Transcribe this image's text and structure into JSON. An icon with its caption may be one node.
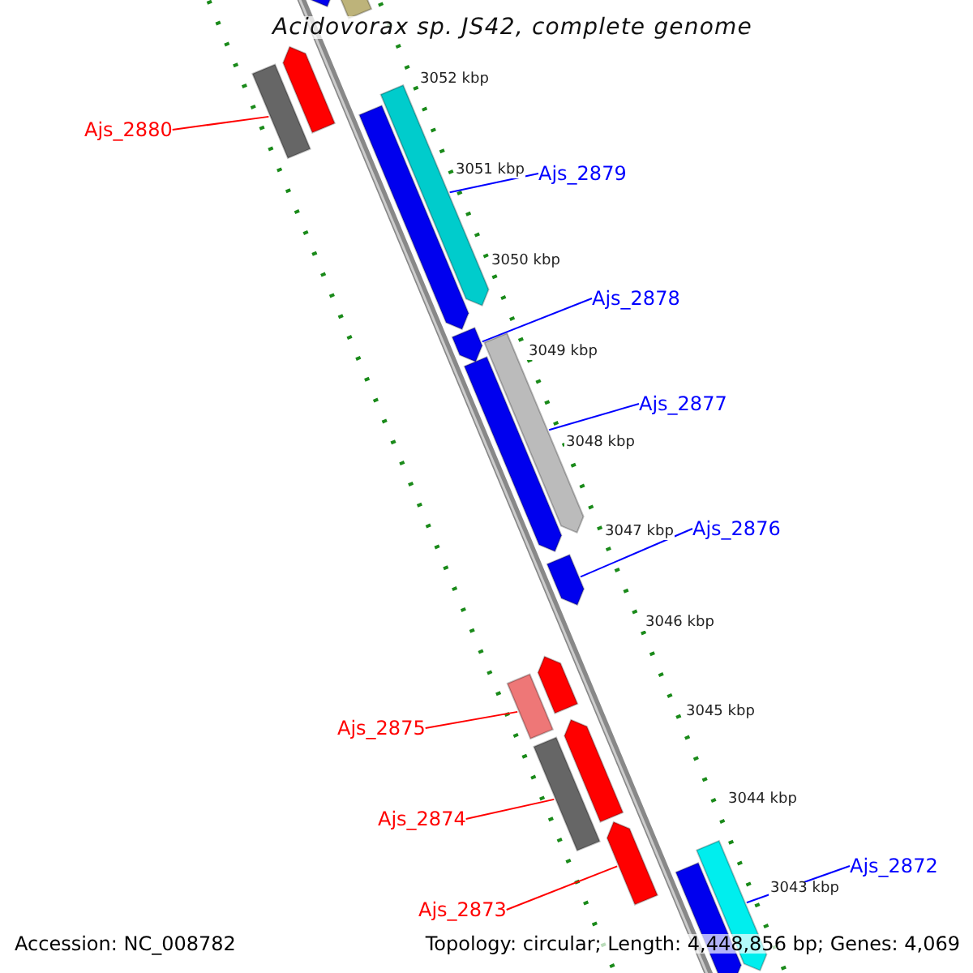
{
  "diagram": {
    "title": "Acidovorax sp. JS42, complete genome",
    "nodes": [
      {
        "text": [
          "Ajs_2880"
        ]
      },
      {
        "text": [],
        "shape": "bar"
      },
      {
        "text": [
          "Ajs_2879"
        ]
      },
      {
        "text": [],
        "shape": "bar"
      },
      {
        "text": [
          "Ajs_2878"
        ]
      },
      {
        "text": [],
        "shape": "bar"
      },
      {
        "text": [
          "Ajs_2877"
        ]
      },
      {
        "text": [],
        "shape": "bar"
      },
      {
        "text": [
          "Ajs_2876"
        ]
      },
      {
        "text": [],
        "shape": "bar"
      },
      {
        "text": [
          "Ajs_2875"
        ]
      },
      {
        "text": [],
        "shape": "bar"
      },
      {
        "text": [
          "Ajs_2874"
        ]
      },
      {
        "text": [],
        "shape": "bar"
      },
      {
        "text": [
          "Ajs_2873"
        ]
      },
      {
        "text": [],
        "shape": "bar"
      },
      {
        "text": [
          "Ajs_2872"
        ]
      },
      {
        "text": [],
        "shape": "bar"
      },
      {
        "text": [],
        "shape": "bar"
      },
      {
        "text": [],
        "shape": "bar"
      },
      {
        "text": [],
        "shape": "bar"
      },
      {
        "text": [],
        "shape": "bar"
      },
      {
        "text": [],
        "shape": "bar"
      },
      {
        "text": [],
        "shape": "bar"
      },
      {
        "text": [],
        "shape": "bar"
      },
      {
        "text": [],
        "shape": "bar"
      }
    ],
    "edges": [
      {
        "from": 0,
        "to": 1,
        "arrow": "none",
        "color": "#ff0000"
      },
      {
        "from": 2,
        "to": 3,
        "arrow": "none"
      },
      {
        "from": 4,
        "to": 5,
        "arrow": "none"
      },
      {
        "from": 6,
        "to": 7,
        "arrow": "none"
      },
      {
        "from": 8,
        "to": 9,
        "arrow": "none"
      },
      {
        "from": 10,
        "to": 11,
        "arrow": "none",
        "color": "#ff0000"
      },
      {
        "from": 12,
        "to": 13,
        "arrow": "none",
        "color": "#ff0000"
      },
      {
        "from": 14,
        "to": 15,
        "arrow": "none",
        "color": "#ff0000"
      },
      {
        "from": 16,
        "to": 17,
        "arrow": "none"
      }
    ],
    "labels": [
      "3052 kbp",
      "3051 kbp",
      "3050 kbp",
      "3049 kbp",
      "3048 kbp",
      "3047 kbp",
      "3046 kbp",
      "3045 kbp",
      "3044 kbp",
      "3043 kbp",
      "Accession: NC_008782",
      "Topology: circular; Length: 4,448,856 bp; Genes: 4,069"
    ]
  }
}
